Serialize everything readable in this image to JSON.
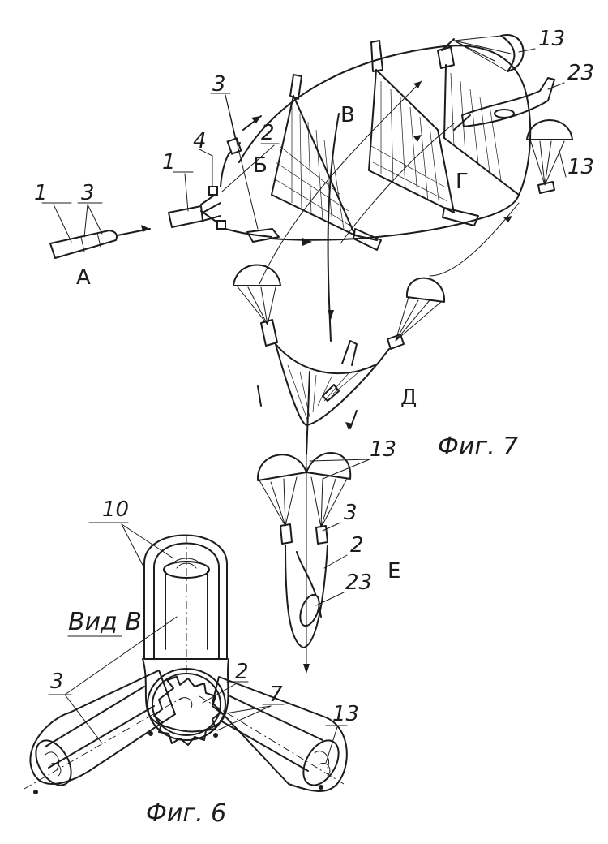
{
  "figure7": {
    "caption": "Фиг. 7",
    "stage_labels": {
      "a": "А",
      "b": "Б",
      "v": "В",
      "g": "Г",
      "d": "Д",
      "e": "Е"
    },
    "numerals": {
      "n1_a": "1",
      "n3_a": "3",
      "n1_b": "1",
      "n4": "4",
      "n3_b": "3",
      "n2_b": "2",
      "n13_top": "13",
      "n23_top": "23",
      "n13_right": "13",
      "n13_e": "13",
      "n3_e": "3",
      "n2_e": "2",
      "n23_e": "23"
    }
  },
  "figure6": {
    "caption": "Фиг. 6",
    "view_label": "Вид В",
    "numerals": {
      "n10": "10",
      "n3": "3",
      "n2": "2",
      "n7": "7",
      "n13": "13"
    }
  }
}
